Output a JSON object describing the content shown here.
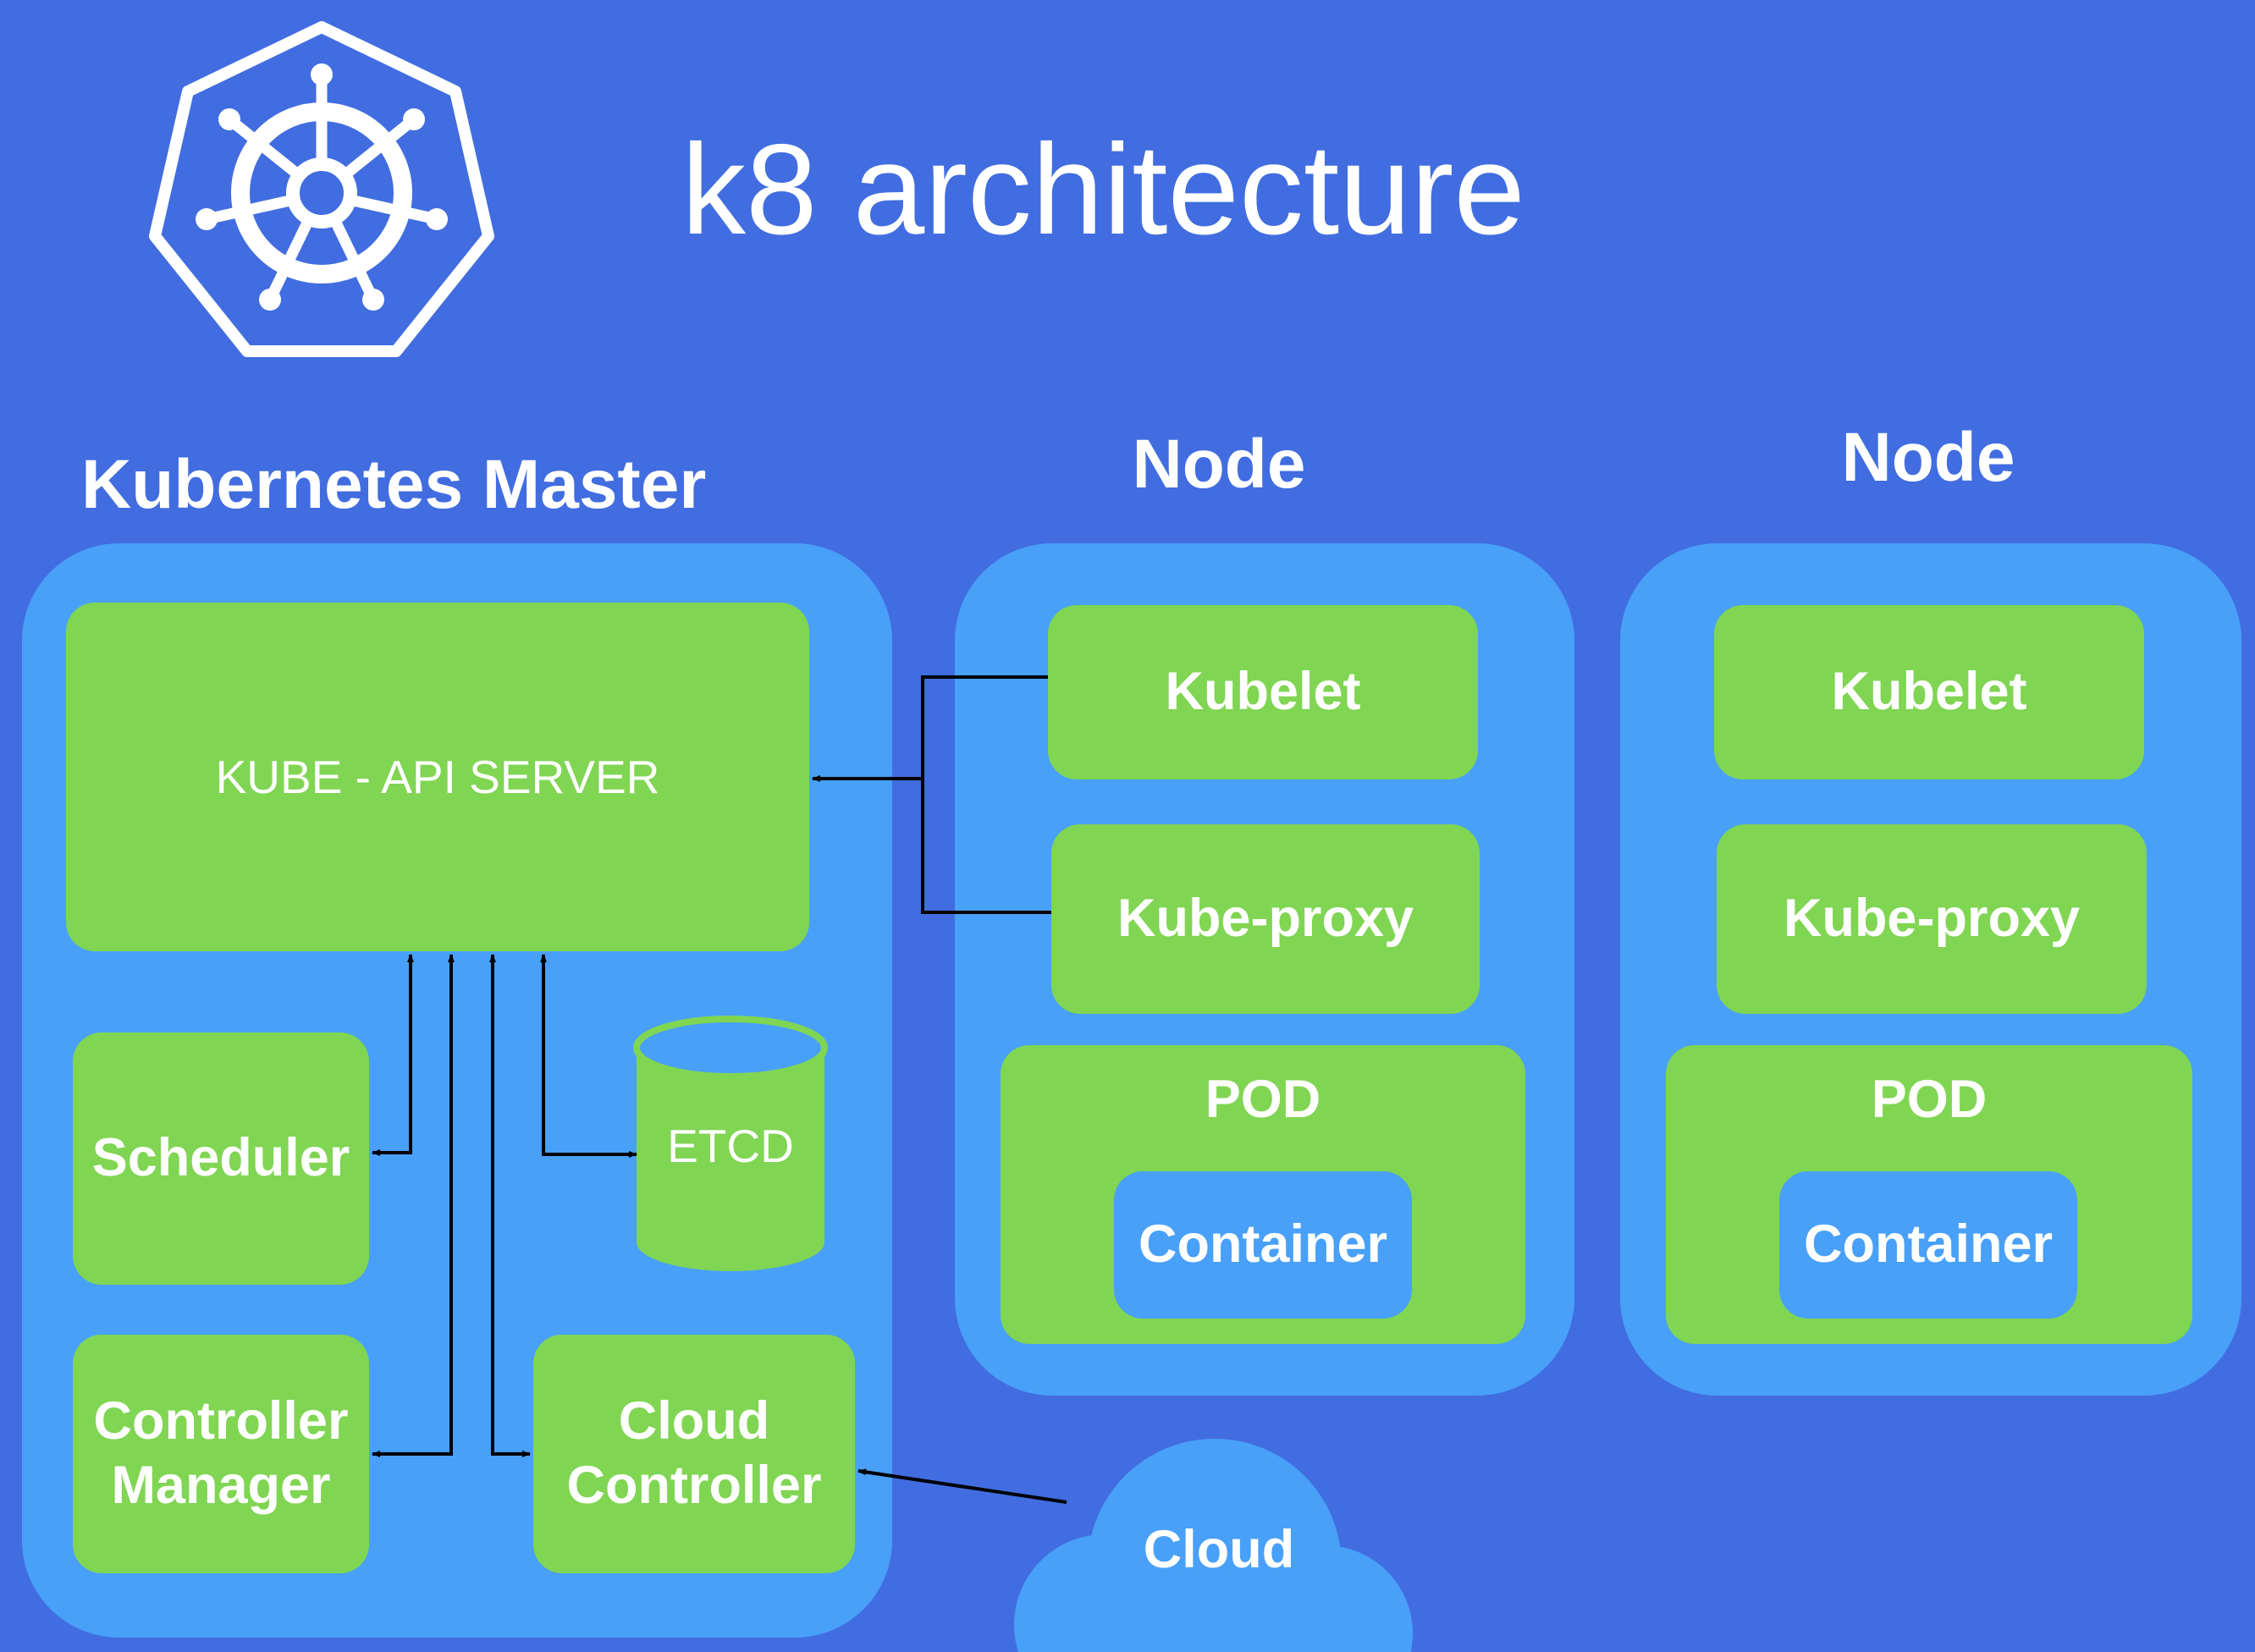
{
  "title": "k8 architecture",
  "logo": {
    "icon": "kubernetes-helm-icon"
  },
  "master": {
    "heading": "Kubernetes Master",
    "api_server": "KUBE - API SERVER",
    "scheduler": "Scheduler",
    "controller_manager": [
      "Controller",
      "Manager"
    ],
    "etcd": "ETCD",
    "cloud_controller": [
      "Cloud",
      "Controller"
    ]
  },
  "nodes": [
    {
      "heading": "Node",
      "kubelet": "Kubelet",
      "kube_proxy": "Kube-proxy",
      "pod": "POD",
      "container": "Container"
    },
    {
      "heading": "Node",
      "kubelet": "Kubelet",
      "kube_proxy": "Kube-proxy",
      "pod": "POD",
      "container": "Container"
    }
  ],
  "cloud": "Cloud",
  "colors": {
    "background": "#416DE0",
    "panel": "#48A0F8",
    "component": "#80D553",
    "text": "#FFFFFF",
    "connector": "#000000"
  }
}
